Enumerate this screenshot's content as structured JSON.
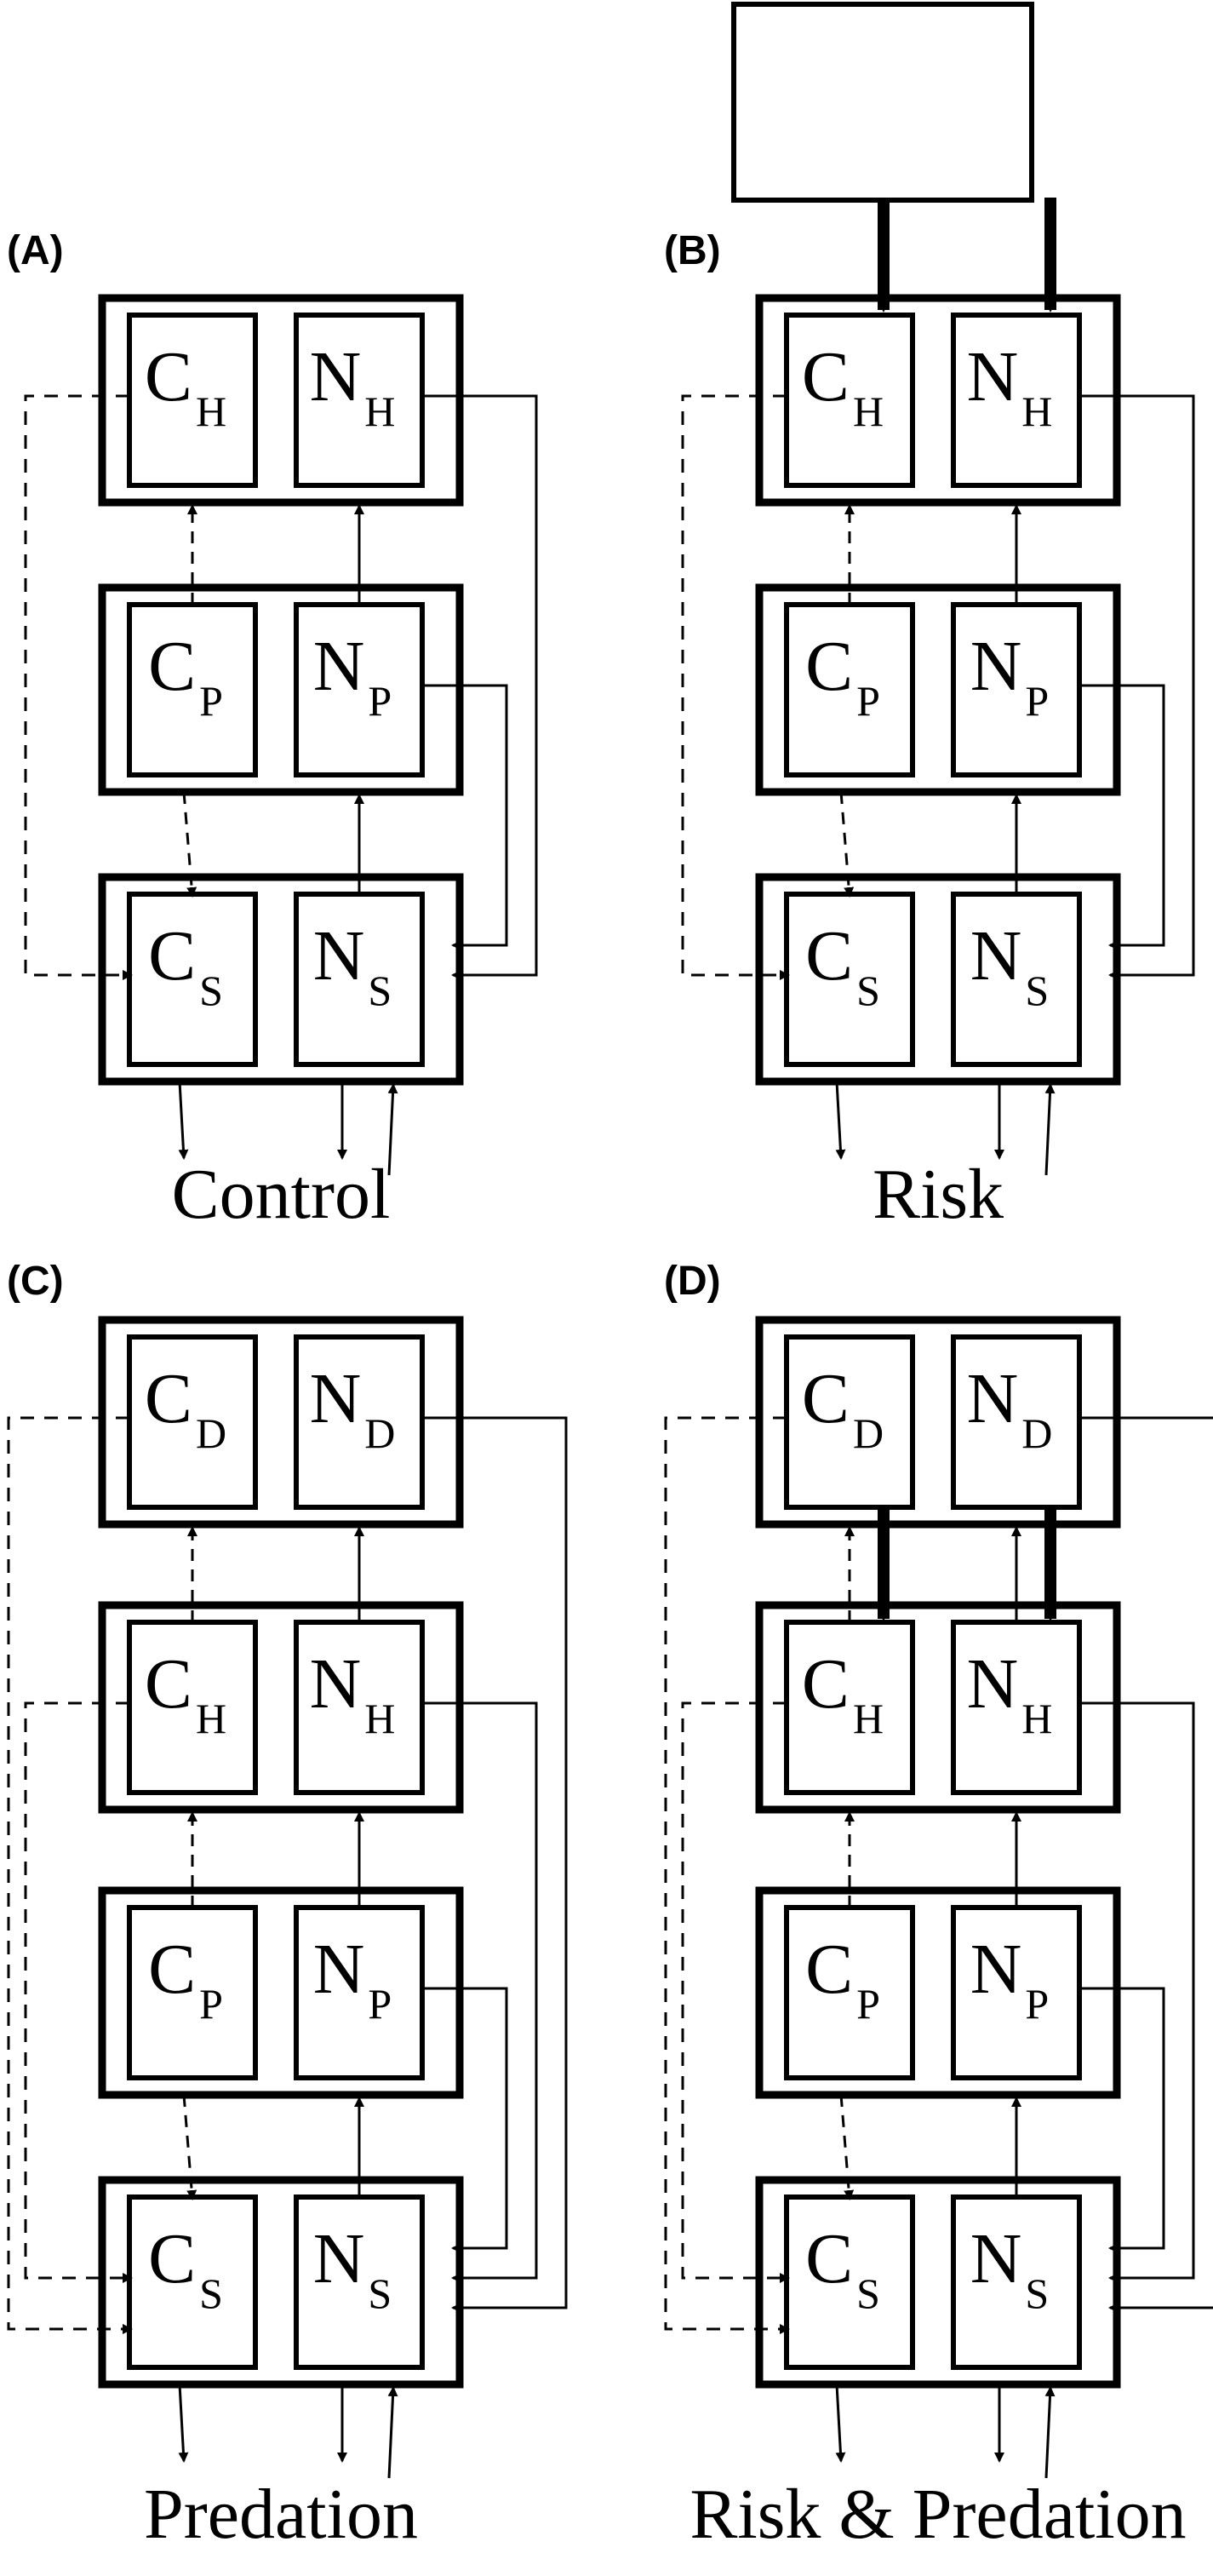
{
  "colors": {
    "ink": "#000000",
    "background": "#ffffff"
  },
  "panels": [
    {
      "id": "A",
      "label": "(A)",
      "caption": "Control",
      "top_letter": "H",
      "levels": [
        "H",
        "P",
        "S"
      ],
      "top_box": false,
      "top_cn_arrows": false
    },
    {
      "id": "B",
      "label": "(B)",
      "caption": "Risk",
      "top_letter": "H",
      "levels": [
        "H",
        "P",
        "S"
      ],
      "top_box": true,
      "top_cn_arrows": false
    },
    {
      "id": "C",
      "label": "(C)",
      "caption": "Predation",
      "top_letter": "D",
      "levels": [
        "D",
        "H",
        "P",
        "S"
      ],
      "top_box": false,
      "top_cn_arrows": false
    },
    {
      "id": "D",
      "label": "(D)",
      "caption": "Risk & Predation",
      "top_letter": "D",
      "levels": [
        "D",
        "H",
        "P",
        "S"
      ],
      "top_box": false,
      "top_cn_arrows": true
    }
  ],
  "node_letters": {
    "carbon": "C",
    "nitrogen": "N"
  }
}
